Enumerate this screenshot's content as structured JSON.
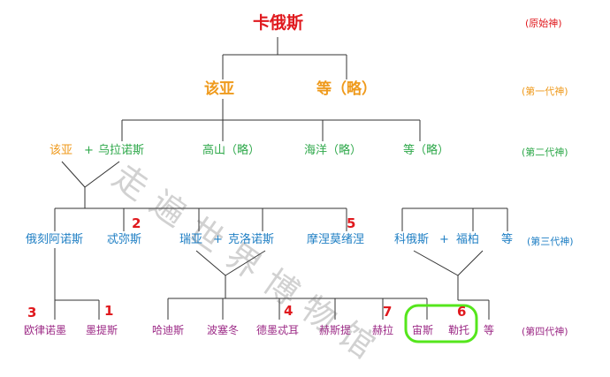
{
  "gen0": {
    "root": "卡俄斯",
    "label": "(原始神)"
  },
  "gen1": {
    "a": "该亚",
    "b": "等（略）",
    "label": "(第一代神)"
  },
  "gen2": {
    "couple_a": "该亚",
    "plus": "+",
    "couple_b": "乌拉诺斯",
    "mountain": "高山（略）",
    "sea": "海洋（略）",
    "etc": "等（略）",
    "label": "(第二代神)"
  },
  "gen3": {
    "oceanus": "俄刻阿诺斯",
    "tethys": "忒弥斯",
    "tethys_num": "2",
    "rhea": "瑞亚",
    "plus1": "+",
    "cronus": "克洛诺斯",
    "mnemosyne": "摩涅莫绪涅",
    "mnemosyne_num": "5",
    "coeus": "科俄斯",
    "plus2": "+",
    "phoebe": "福柏",
    "etc": "等",
    "label": "(第三代神)"
  },
  "gen4": {
    "eurynome": "欧律诺墨",
    "eurynome_num": "3",
    "metis": "墨提斯",
    "metis_num": "1",
    "hades": "哈迪斯",
    "poseidon": "波塞冬",
    "demeter": "德墨忒耳",
    "demeter_num": "4",
    "hestia": "赫斯提",
    "hera": "赫拉",
    "hera_num": "7",
    "zeus": "宙斯",
    "leto": "勒托",
    "leto_num": "6",
    "etc": "等",
    "label": "(第四代神)"
  },
  "watermark": "走遍世界博物馆",
  "colors": {
    "red": "#e0191e",
    "orange": "#ef9a1c",
    "green": "#2ea84a",
    "blue": "#1f7fc4",
    "purple": "#9c2a86",
    "highlight": "#55e61c"
  }
}
